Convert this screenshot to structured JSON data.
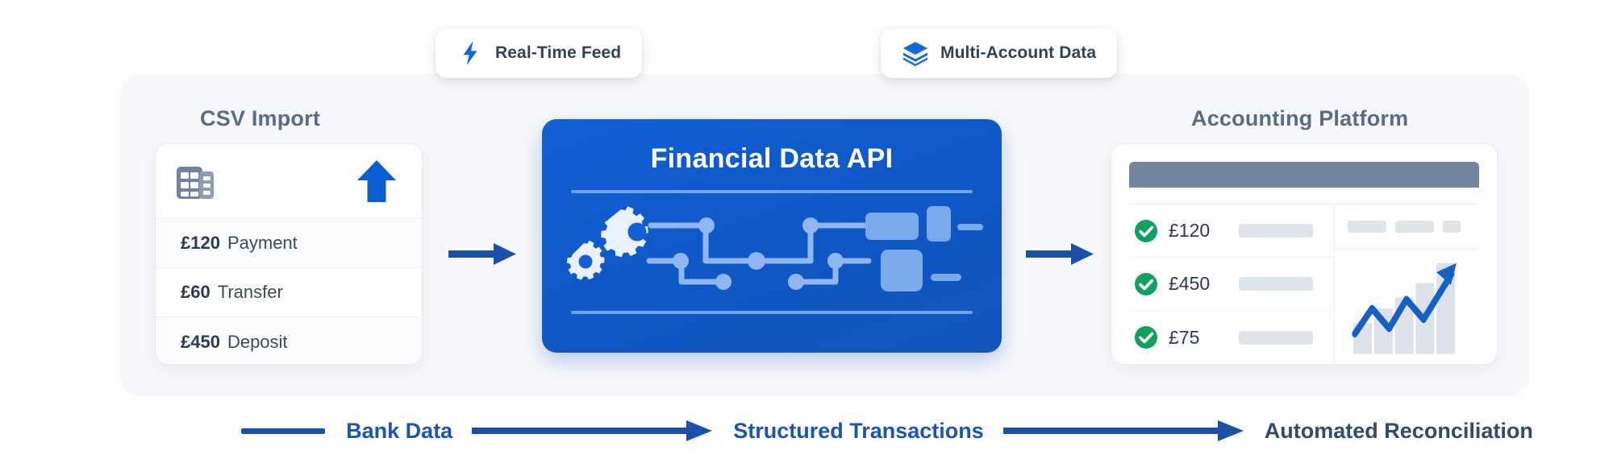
{
  "colors": {
    "brand_blue": "#0f57c4",
    "deep_blue": "#1c53b5",
    "slate": "#5a6b85",
    "green": "#12a05e",
    "panel_bg": "#f7f8fb",
    "bar_gray": "#dfe3ea",
    "titlebar_gray": "#74869f"
  },
  "badges": [
    {
      "label": "Real-Time Feed",
      "icon": "lightning-bolt-icon"
    },
    {
      "label": "Multi-Account Data",
      "icon": "stacked-layers-icon"
    }
  ],
  "left_panel": {
    "title": "CSV Import",
    "sheet_icon": "spreadsheet-icon",
    "upload_icon": "upload-arrow-icon",
    "transactions": [
      {
        "amount": "£120",
        "type": "Payment"
      },
      {
        "amount": "£60",
        "type": "Transfer"
      },
      {
        "amount": "£450",
        "type": "Deposit"
      }
    ]
  },
  "center_panel": {
    "title": "Financial Data API",
    "circuit_icon": "circuit-gears-icon"
  },
  "right_panel": {
    "title": "Accounting Platform",
    "reconciled": [
      {
        "amount": "£120",
        "status_icon": "check-circle-icon"
      },
      {
        "amount": "£450",
        "status_icon": "check-circle-icon"
      },
      {
        "amount": "£75",
        "status_icon": "check-circle-icon"
      }
    ],
    "chart_icon": "growth-arrow-chart-icon"
  },
  "flow": {
    "steps": [
      "Bank Data",
      "Structured Transactions",
      "Automated Reconciliation"
    ],
    "arrow_icon": "right-arrow-icon"
  },
  "chart_data": {
    "type": "bar",
    "title": "",
    "categories": [
      "1",
      "2",
      "3",
      "4",
      "5"
    ],
    "values": [
      34,
      50,
      62,
      78,
      100
    ],
    "overlay_series": {
      "name": "trend",
      "type": "line",
      "values": [
        30,
        62,
        44,
        72,
        52,
        100
      ]
    },
    "xlabel": "",
    "ylabel": "",
    "ylim": [
      0,
      100
    ],
    "grid": false,
    "legend": "none"
  }
}
